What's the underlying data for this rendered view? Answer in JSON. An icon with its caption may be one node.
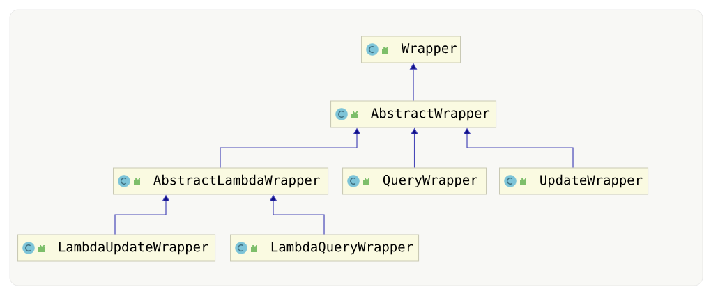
{
  "diagram": {
    "nodes": [
      {
        "text": [
          "Wrapper"
        ]
      },
      {
        "text": [
          "AbstractWrapper"
        ]
      },
      {
        "text": [
          "AbstractLambdaWrapper"
        ]
      },
      {
        "text": [
          "QueryWrapper"
        ]
      },
      {
        "text": [
          "UpdateWrapper"
        ]
      },
      {
        "text": [
          "LambdaUpdateWrapper"
        ]
      },
      {
        "text": [
          "LambdaQueryWrapper"
        ]
      }
    ],
    "edges": [
      {
        "from": 1,
        "to": 0,
        "arrow": "to"
      },
      {
        "from": 2,
        "to": 1,
        "arrow": "to"
      },
      {
        "from": 3,
        "to": 1,
        "arrow": "to"
      },
      {
        "from": 4,
        "to": 1,
        "arrow": "to"
      },
      {
        "from": 5,
        "to": 2,
        "arrow": "to"
      },
      {
        "from": 6,
        "to": 2,
        "arrow": "to"
      }
    ]
  }
}
